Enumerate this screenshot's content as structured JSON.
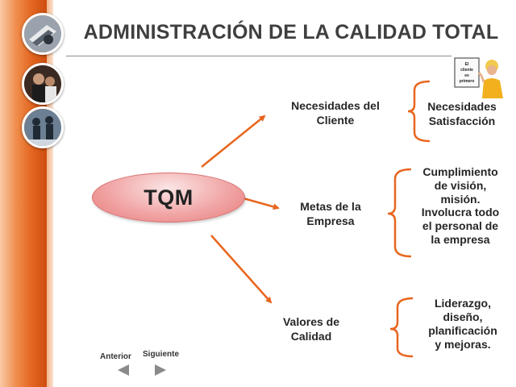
{
  "title": "ADMINISTRACIÓN DE LA CALIDAD TOTAL",
  "center": {
    "label": "TQM"
  },
  "branches": [
    {
      "name_lines": [
        "Necesidades del",
        "Cliente"
      ],
      "detail_lines": [
        "Necesidades",
        "Satisfacción"
      ]
    },
    {
      "name_lines": [
        "Metas de la",
        "Empresa"
      ],
      "detail_lines": [
        "Cumplimiento",
        "de visión,",
        "misión.",
        "Involucra todo",
        "el personal de",
        "la empresa"
      ]
    },
    {
      "name_lines": [
        "Valores de",
        "Calidad"
      ],
      "detail_lines": [
        "Liderazgo,",
        "diseño,",
        "planificación",
        "y mejoras."
      ]
    }
  ],
  "customer_sign": [
    "El",
    "cliente",
    "es",
    "primero"
  ],
  "nav": {
    "prev": "Anterior",
    "next": "Siguiente"
  },
  "colors": {
    "accent": "#e8661e",
    "sidebar": "#e2641f",
    "ellipse": "#f1a6a6",
    "title_text": "#3f3f3f"
  },
  "icons": [
    "photo-icon",
    "photo-icon",
    "photo-icon",
    "customer-photo-icon",
    "left-arrow-icon",
    "right-arrow-icon"
  ]
}
